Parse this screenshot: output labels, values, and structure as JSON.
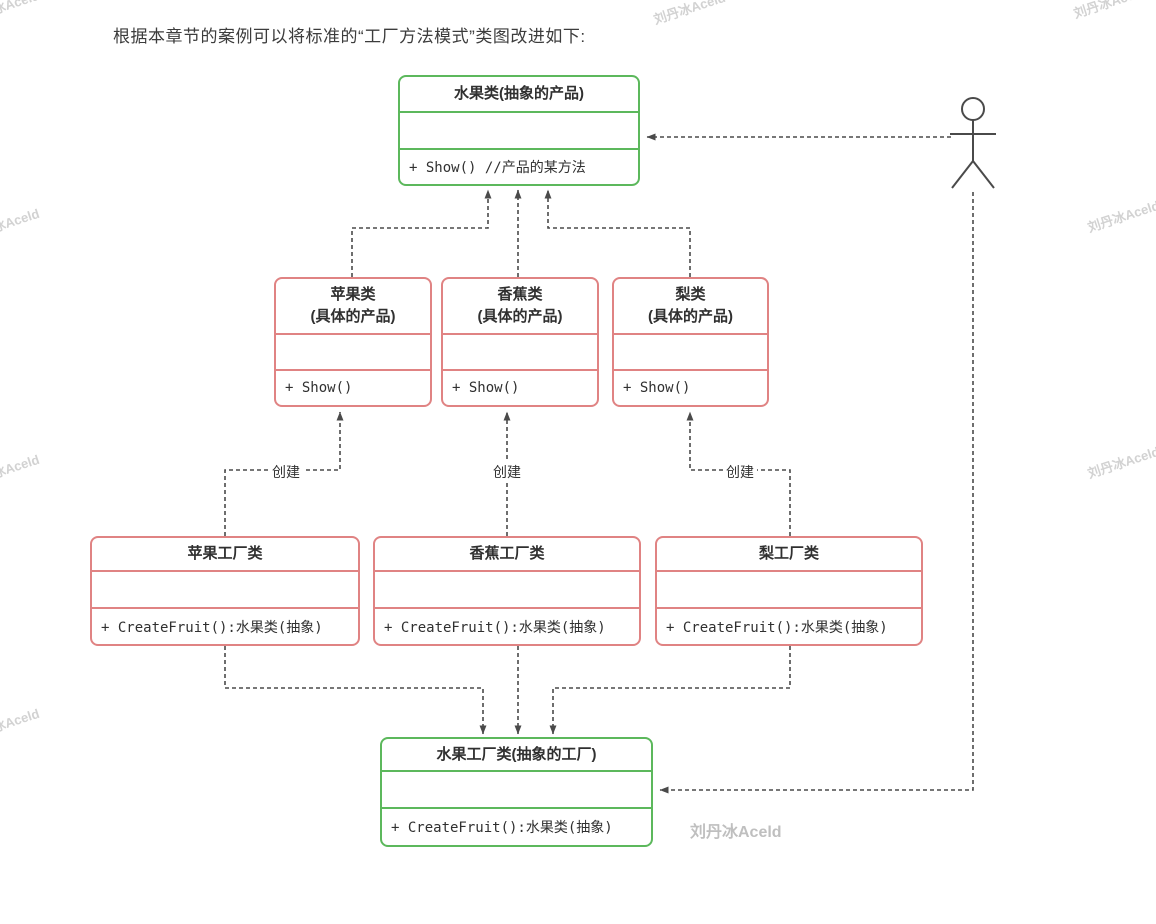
{
  "page_title": "根据本章节的案例可以将标准的“工厂方法模式”类图改进如下:",
  "watermark": "刘丹冰Aceld",
  "labels": {
    "create": "创建"
  },
  "classes": {
    "abstract_product": {
      "name": "水果类(抽象的产品)",
      "method": "+ Show() //产品的某方法"
    },
    "apple_product": {
      "name": "苹果类",
      "subtitle": "(具体的产品)",
      "method": "+ Show()"
    },
    "banana_product": {
      "name": "香蕉类",
      "subtitle": "(具体的产品)",
      "method": "+ Show()"
    },
    "pear_product": {
      "name": "梨类",
      "subtitle": "(具体的产品)",
      "method": "+ Show()"
    },
    "apple_factory": {
      "name": "苹果工厂类",
      "method": "+ CreateFruit():水果类(抽象)"
    },
    "banana_factory": {
      "name": "香蕉工厂类",
      "method": "+ CreateFruit():水果类(抽象)"
    },
    "pear_factory": {
      "name": "梨工厂类",
      "method": "+ CreateFruit():水果类(抽象)"
    },
    "abstract_factory": {
      "name": "水果工厂类(抽象的工厂)",
      "method": "+ CreateFruit():水果类(抽象)"
    }
  },
  "colors": {
    "abstract_border": "#5cb85c",
    "concrete_border": "#e08383",
    "line": "#4a4a4a"
  }
}
